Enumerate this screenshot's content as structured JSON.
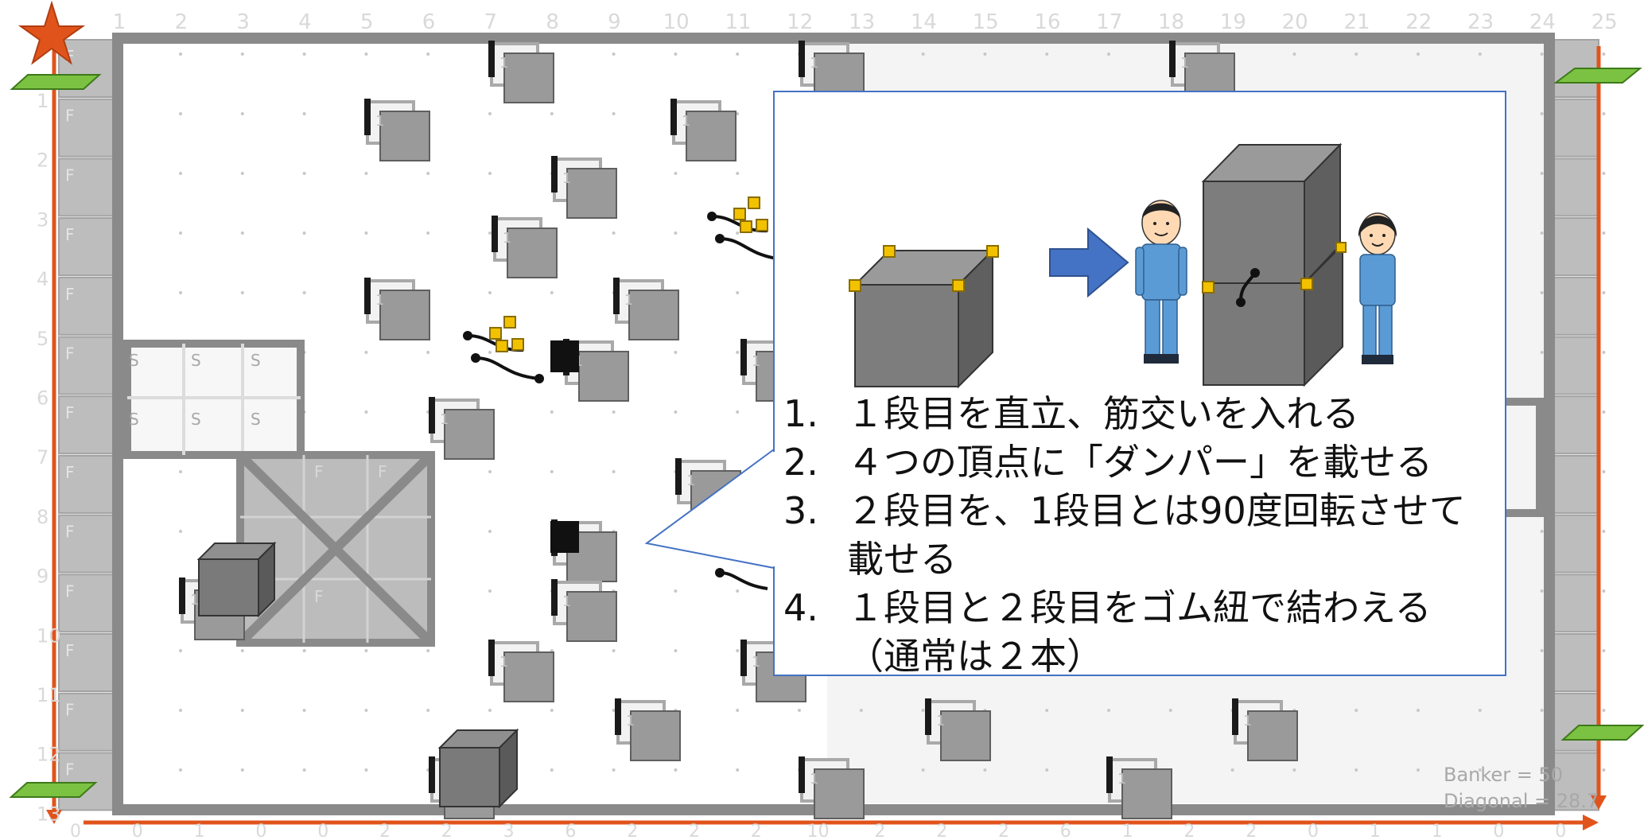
{
  "grid": {
    "top_numbers": [
      "1",
      "2",
      "3",
      "4",
      "5",
      "6",
      "7",
      "8",
      "9",
      "10",
      "11",
      "12",
      "13",
      "14",
      "15",
      "16",
      "17",
      "18",
      "19",
      "20",
      "21",
      "22",
      "23",
      "24",
      "25"
    ],
    "left_numbers": [
      "1",
      "2",
      "3",
      "4",
      "5",
      "6",
      "7",
      "8",
      "9",
      "10",
      "11",
      "12",
      "13"
    ],
    "bottom_numbers": [
      "0",
      "0",
      "1",
      "0",
      "0",
      "2",
      "2",
      "3",
      "6",
      "2",
      "2",
      "2",
      "10",
      "2",
      "2",
      "2",
      "6",
      "1",
      "2",
      "2",
      "0",
      "1",
      "1",
      "0",
      "0"
    ],
    "left_cell_label": "F",
    "storage_label": "S",
    "unit_label": "1"
  },
  "stats": {
    "banker": "Banker = 50",
    "diagonal": "Diagonal = 28.7"
  },
  "callout": {
    "steps": [
      {
        "num": "1.",
        "text": "１段目を直立、筋交いを入れる"
      },
      {
        "num": "2.",
        "text": "４つの頂点に「ダンパー」を載せる"
      },
      {
        "num": "3.",
        "text": "２段目を、1段目とは90度回転させて",
        "cont": "載せる"
      },
      {
        "num": "4.",
        "text": "１段目と２段目をゴム紐で結わえる",
        "cont": "（通常は２本）"
      }
    ]
  },
  "colors": {
    "frame": "#8a8a8a",
    "axis": "#e0541c",
    "accent_box": "#f2c200",
    "callout_border": "#4472c4",
    "arrow": "#4472c4",
    "marker": "#7cc242",
    "worker_suit": "#5b9bd5"
  }
}
